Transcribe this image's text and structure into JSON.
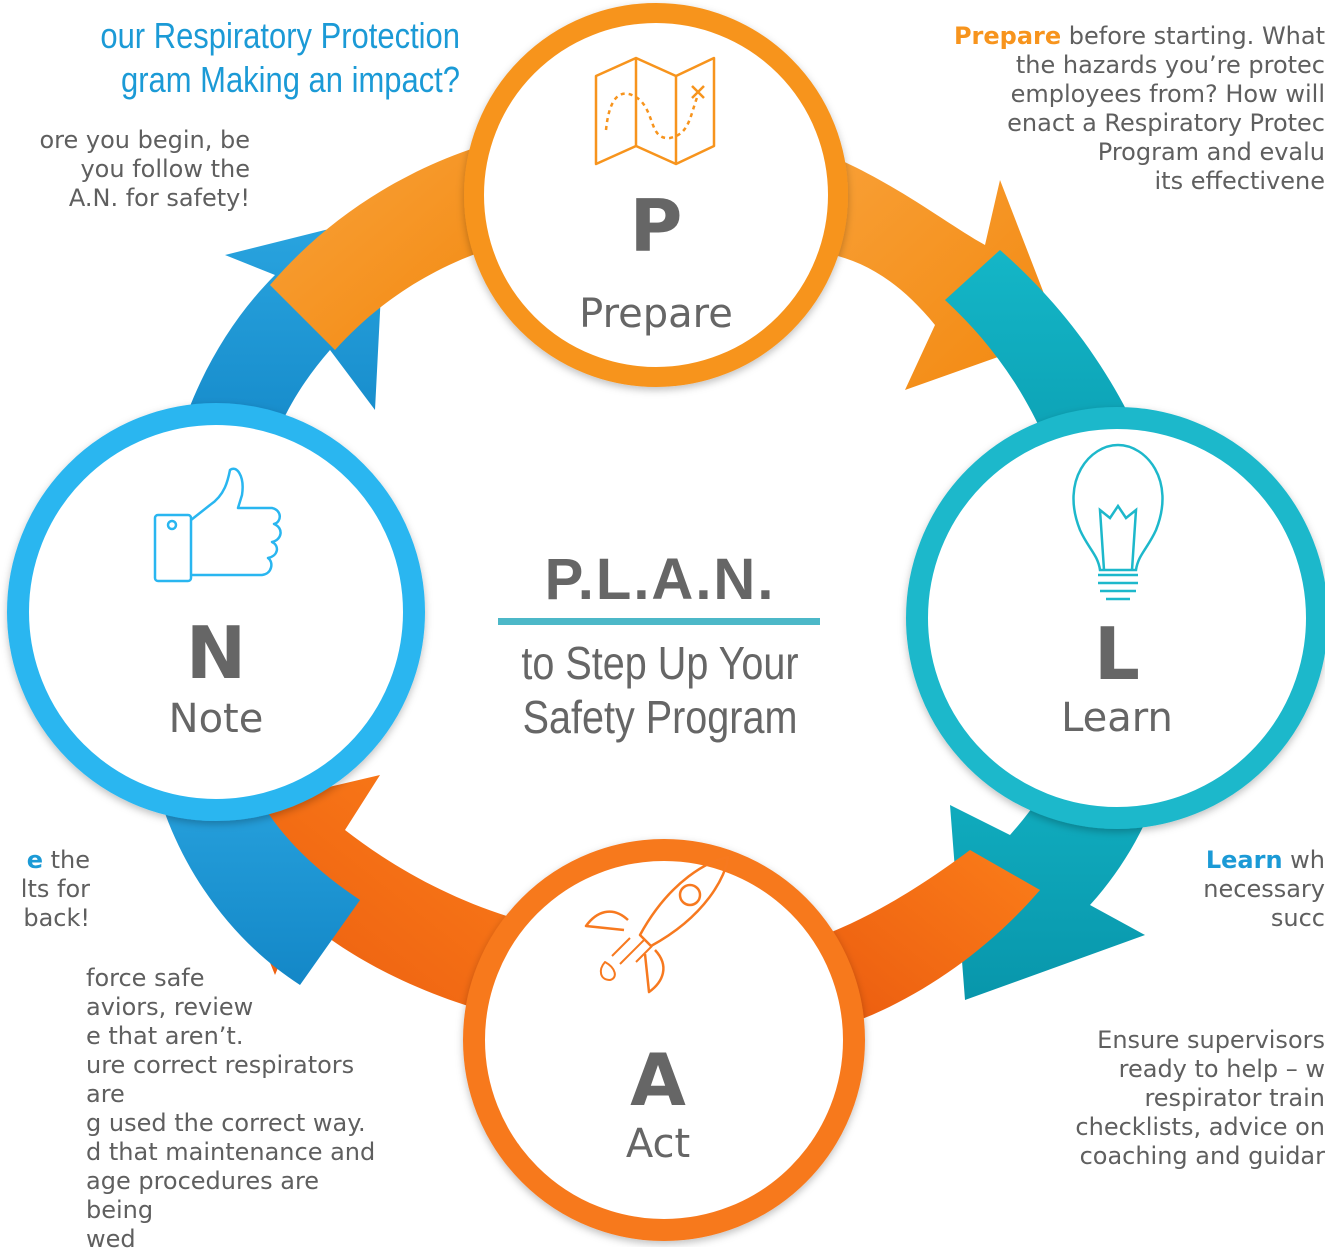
{
  "heading": {
    "line1": "our Respiratory Protection",
    "line2": "gram Making an impact?"
  },
  "intro": [
    "ore you begin, be",
    "you follow the",
    "A.N. for safety!"
  ],
  "center": {
    "title": "P.L.A.N.",
    "subtitle_line1": "to Step Up Your",
    "subtitle_line2": "Safety Program"
  },
  "steps": {
    "prepare": {
      "letter": "P",
      "word": "Prepare",
      "icon": "map-icon",
      "color": "#f7941d",
      "desc_keyword": "Prepare",
      "desc_lines": [
        " before starting. What",
        "the hazards you’re protec",
        "employees from? How will",
        "enact a Respiratory Protec",
        "Program and evalu",
        "its effectivene"
      ]
    },
    "learn": {
      "letter": "L",
      "word": "Learn",
      "icon": "lightbulb-icon",
      "color": "#1db8cb",
      "desc_keyword": "Learn",
      "desc_lines": [
        " wh",
        "necessary",
        "succ"
      ],
      "extra_lines": [
        "Ensure supervisors",
        "ready to help – w",
        "respirator train",
        "checklists, advice on",
        "coaching and guidar"
      ]
    },
    "act": {
      "letter": "A",
      "word": "Act",
      "icon": "rocket-icon",
      "color": "#f7791f"
    },
    "note": {
      "letter": "N",
      "word": "Note",
      "icon": "thumbs-up-icon",
      "color": "#29b6f0",
      "desc_keyword": "e",
      "desc_lines": [
        " the",
        "lts for",
        "back!"
      ],
      "extra_lines": [
        "force safe",
        "aviors, review",
        "e that aren’t.",
        "ure correct respirators are",
        "g used the correct way.",
        "d that maintenance and",
        "age procedures are being",
        "wed"
      ]
    }
  },
  "colors": {
    "orange_arrow": "#f7941d",
    "teal_arrow": "#0aa3b8",
    "red_orange_arrow": "#f26a1b",
    "blue_arrow": "#1a93d1",
    "divider": "#4cb8c8"
  }
}
